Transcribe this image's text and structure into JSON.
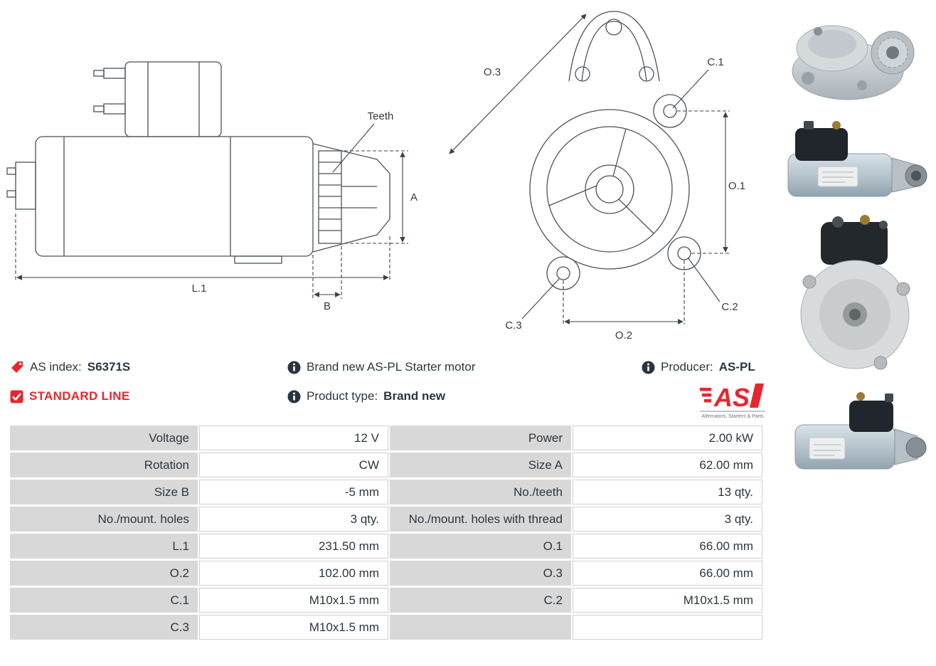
{
  "info": {
    "as_index_label": "AS index:",
    "as_index_value": "S6371S",
    "standard_line": "STANDARD LINE",
    "brand_new_text": "Brand new AS-PL Starter motor",
    "product_type_label": "Product type:",
    "product_type_value": "Brand new",
    "producer_label": "Producer:",
    "producer_value": "AS-PL",
    "logo_text": "AS",
    "logo_tagline": "Alternators, Starters & Parts"
  },
  "diagrams": {
    "side": {
      "teeth": "Teeth",
      "a": "A",
      "l1": "L.1",
      "b": "B"
    },
    "front": {
      "c1": "C.1",
      "c2": "C.2",
      "c3": "C.3",
      "o1": "O.1",
      "o2": "O.2",
      "o3": "O.3"
    }
  },
  "colors": {
    "accent_red": "#e8262d",
    "text": "#2b3640",
    "label_cell_bg": "#d8d8d8",
    "value_cell_border": "#cfcfcf",
    "diagram_stroke": "#4b5258"
  },
  "table": {
    "rows": [
      [
        "Voltage",
        "12 V",
        "Power",
        "2.00 kW"
      ],
      [
        "Rotation",
        "CW",
        "Size A",
        "62.00 mm"
      ],
      [
        "Size B",
        "-5 mm",
        "No./teeth",
        "13 qty."
      ],
      [
        "No./mount. holes",
        "3 qty.",
        "No./mount. holes with thread",
        "3 qty."
      ],
      [
        "L.1",
        "231.50 mm",
        "O.1",
        "66.00 mm"
      ],
      [
        "O.2",
        "102.00 mm",
        "O.3",
        "66.00 mm"
      ],
      [
        "C.1",
        "M10x1.5 mm",
        "C.2",
        "M10x1.5 mm"
      ],
      [
        "C.3",
        "M10x1.5 mm",
        "",
        ""
      ]
    ]
  }
}
